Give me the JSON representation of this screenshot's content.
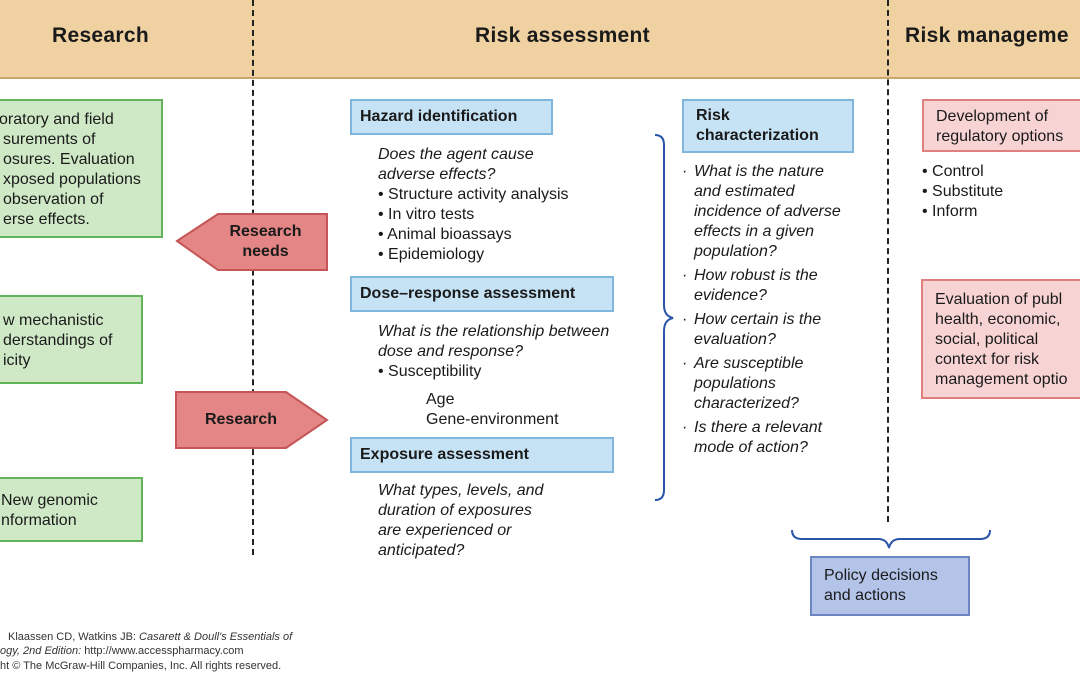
{
  "headers": {
    "research": "Research",
    "risk_assessment": "Risk assessment",
    "risk_management": "Risk manageme"
  },
  "research_boxes": [
    {
      "lines": [
        "oratory and field",
        "surements of",
        "osures. Evaluation",
        "xposed populations",
        "observation of",
        "erse effects."
      ]
    },
    {
      "lines": [
        "w mechanistic",
        "derstandings of",
        "icity"
      ]
    },
    {
      "lines": [
        "New genomic",
        "nformation"
      ]
    }
  ],
  "arrows": {
    "research_needs": [
      "Research",
      "needs"
    ],
    "research": "Research"
  },
  "hazard": {
    "title": "Hazard identification",
    "question": [
      "Does the agent cause",
      "adverse effects?"
    ],
    "bullets": [
      "Structure activity analysis",
      "In vitro tests",
      "Animal bioassays",
      "Epidemiology"
    ]
  },
  "dose_response": {
    "title": "Dose–response assessment",
    "question": [
      "What is the relationship between",
      "dose and response?"
    ],
    "bullets": [
      "Susceptibility"
    ],
    "sub_items": [
      "Age",
      "Gene-environment"
    ]
  },
  "exposure": {
    "title": "Exposure assessment",
    "question": [
      "What types, levels, and",
      "duration of exposures",
      "are experienced or",
      "anticipated?"
    ]
  },
  "risk_characterization": {
    "title": [
      "Risk",
      "characterization"
    ],
    "questions": [
      [
        "What is the nature",
        "and estimated",
        "incidence of adverse",
        "effects in a given",
        "population?"
      ],
      [
        "How robust is the",
        "evidence?"
      ],
      [
        "How certain is the",
        "evaluation?"
      ],
      [
        "Are susceptible",
        "populations",
        "characterized?"
      ],
      [
        "Is there a relevant",
        "mode of action?"
      ]
    ]
  },
  "regulatory": {
    "title": [
      "Development of",
      "regulatory options"
    ],
    "bullets": [
      "Control",
      "Substitute",
      "Inform"
    ]
  },
  "evaluation": {
    "lines": [
      "Evaluation of publ",
      "health, economic,",
      "social, political",
      "context for risk",
      "management optio"
    ]
  },
  "policy": [
    "Policy decisions",
    "and actions"
  ],
  "credit": {
    "line1_plain": "Klaassen CD, Watkins JB: ",
    "line1_italic": "Casarett & Doull's Essentials of",
    "line2_italic": "ogy, 2nd Edition: ",
    "line2_plain": "http://www.accesspharmacy.com",
    "line3": "ht © The McGraw-Hill Companies, Inc. All rights reserved."
  },
  "colors": {
    "header_band": "#efd1a2",
    "green_box": "#cfe9c7",
    "blue_box": "#c6e3f6",
    "pink_box": "#f7d3d3",
    "arrow_fill": "#e48686",
    "policy_box": "#b3c4e8"
  }
}
